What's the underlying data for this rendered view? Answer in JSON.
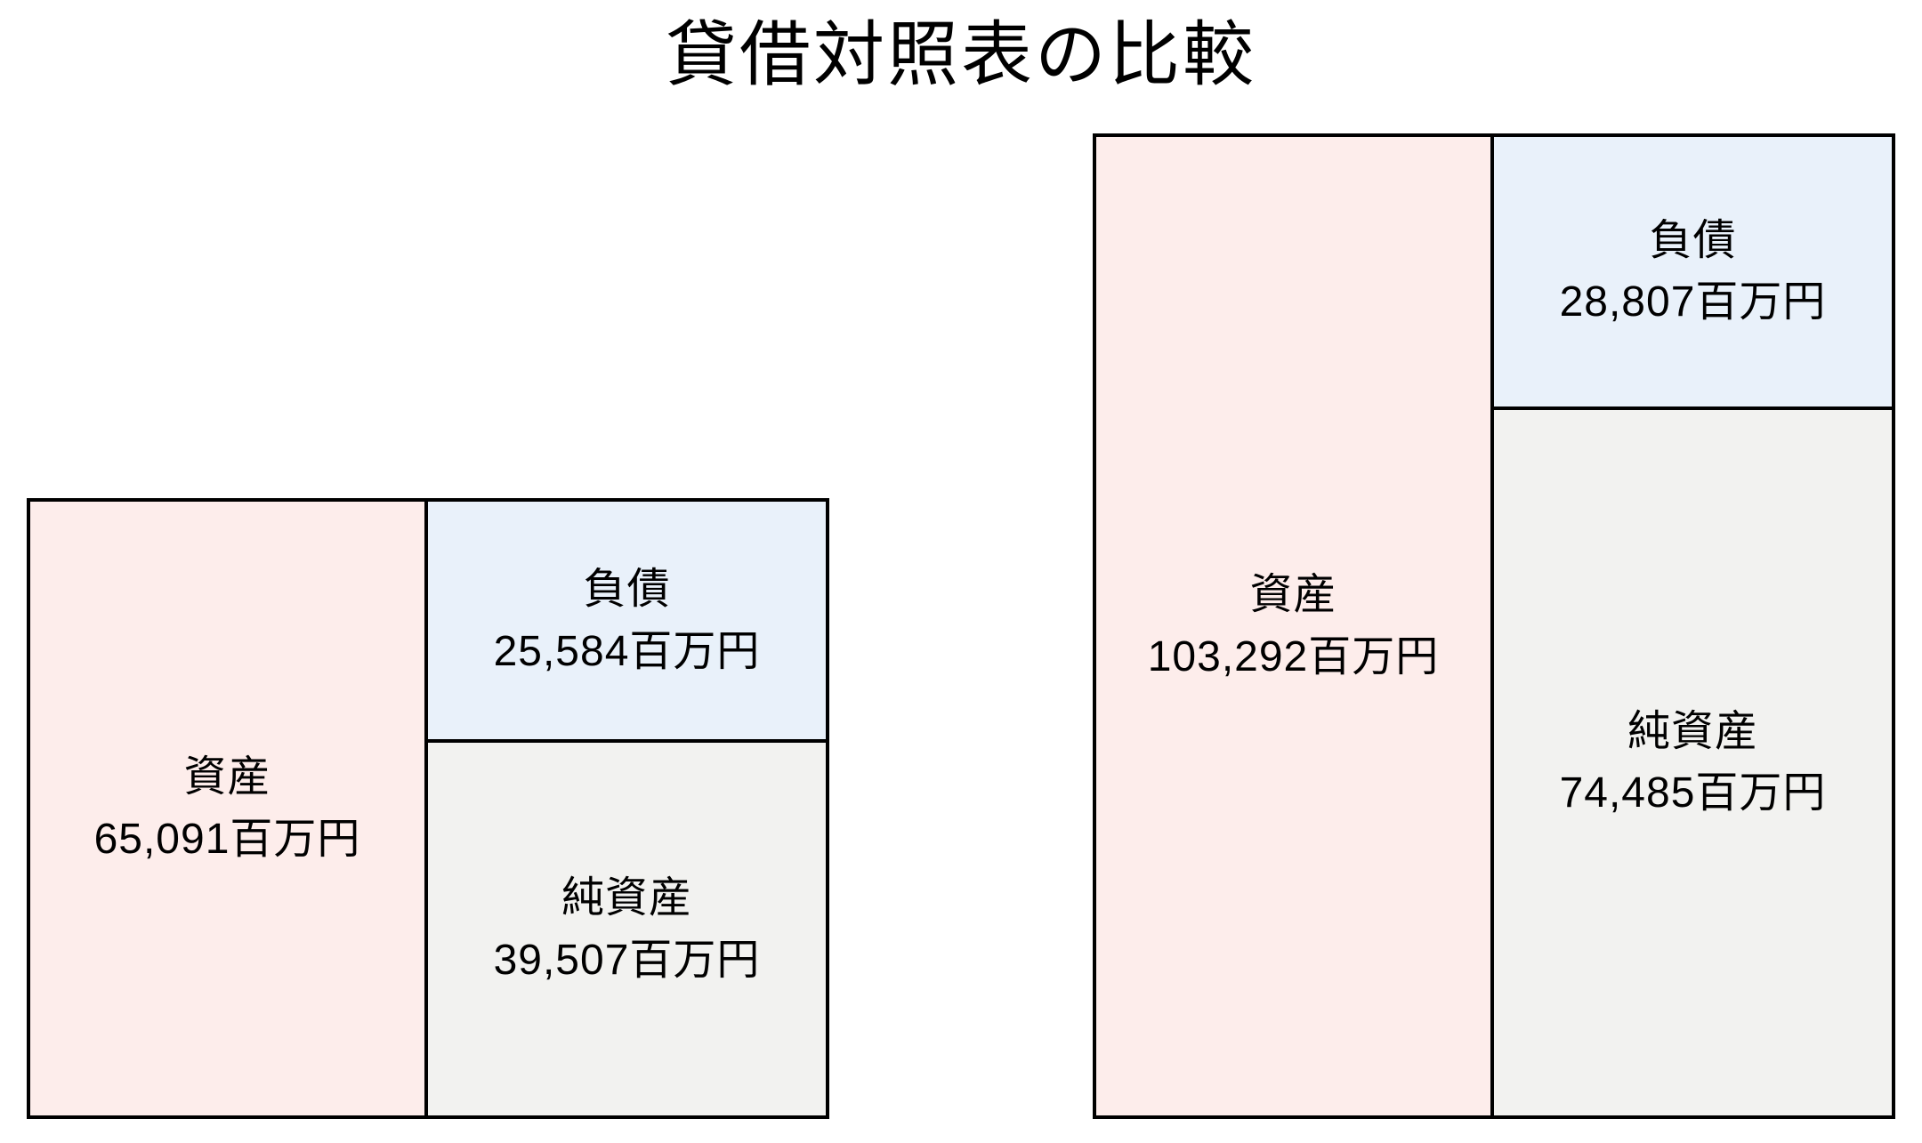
{
  "title": "貸借対照表の比較",
  "colors": {
    "assets": "#fdedeb",
    "liabilities": "#e9f1fa",
    "net_assets": "#f2f2f0",
    "border": "#000000",
    "background": "#ffffff"
  },
  "chart_data": {
    "type": "bar",
    "subtype": "proportional-balance-sheet-boxes",
    "title": "貸借対照表の比較",
    "unit": "百万円",
    "series": [
      "資産",
      "負債",
      "純資産"
    ],
    "legend_position": "none",
    "companies": [
      {
        "assets": 65091,
        "liabilities": 25584,
        "net_assets": 39507,
        "assets_label": "資産",
        "assets_value_text": "65,091百万円",
        "liabilities_label": "負債",
        "liabilities_value_text": "25,584百万円",
        "net_assets_label": "純資産",
        "net_assets_value_text": "39,507百万円"
      },
      {
        "assets": 103292,
        "liabilities": 28807,
        "net_assets": 74485,
        "assets_label": "資産",
        "assets_value_text": "103,292百万円",
        "liabilities_label": "負債",
        "liabilities_value_text": "28,807百万円",
        "net_assets_label": "純資産",
        "net_assets_value_text": "74,485百万円"
      }
    ]
  }
}
